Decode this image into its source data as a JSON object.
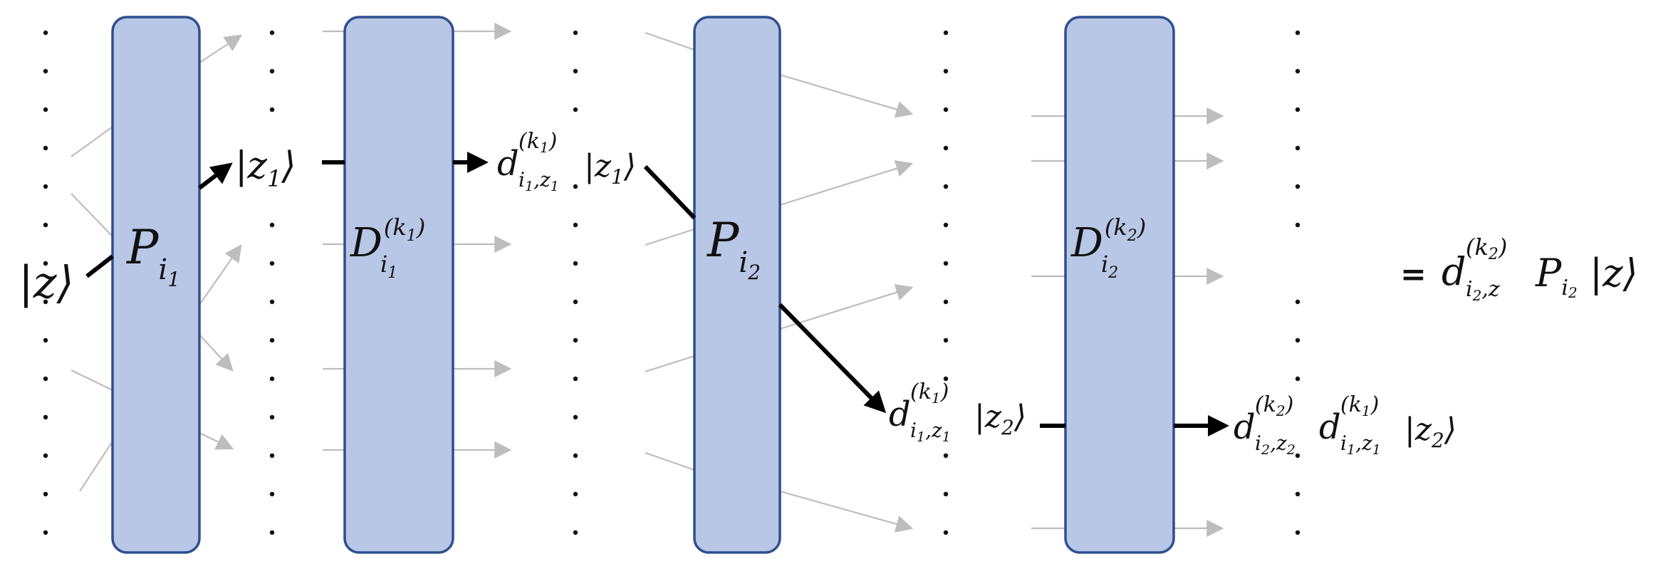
{
  "colors": {
    "block_fill": "#b7c7e5",
    "block_stroke": "#2f4f8f",
    "faint_arrow": "#bdbdbd",
    "bold_arrow": "#000000",
    "dots": "#111111"
  },
  "blocks": [
    {
      "id": "P1",
      "base": "P",
      "sub": "i",
      "subsub": "1",
      "sup": ""
    },
    {
      "id": "D1",
      "base": "D",
      "sub": "i",
      "subsub": "1",
      "sup": "(k",
      "supsub": "1",
      "supclose": ")"
    },
    {
      "id": "P2",
      "base": "P",
      "sub": "i",
      "subsub": "2",
      "sup": ""
    },
    {
      "id": "D2",
      "base": "D",
      "sub": "i",
      "subsub": "2",
      "sup": "(k",
      "supsub": "2",
      "supclose": ")"
    }
  ],
  "labels": {
    "ket_z": {
      "open": "|",
      "var": "z",
      "close": "⟩"
    },
    "ket_z1": {
      "open": "|",
      "var": "z",
      "sub": "1",
      "close": "⟩"
    },
    "d1_z1": {
      "d": "d",
      "sup": "(k",
      "supsub": "1",
      "supclose": ")",
      "sub": "i",
      "subsub": "1",
      "subrest": ",z",
      "subrest2": "1",
      "ket_open": "|z",
      "ket_sub": "1",
      "ket_close": "⟩"
    },
    "d1_z2": {
      "d": "d",
      "sup": "(k",
      "supsub": "1",
      "supclose": ")",
      "sub": "i",
      "subsub": "1",
      "subrest": ",z",
      "subrest2": "1",
      "ket_open": "|z",
      "ket_sub": "2",
      "ket_close": "⟩"
    },
    "d2d1_z2": {
      "d": "d",
      "supA": "(k",
      "supAsub": "2",
      "supAclose": ")",
      "subA": "i",
      "subAsub": "2",
      "subArest": ",z",
      "subArest2": "2",
      "supB": "(k",
      "supBsub": "1",
      "supBclose": ")",
      "subB": "i",
      "subBsub": "1",
      "subBrest": ",z",
      "subBrest2": "1",
      "ket_open": "|z",
      "ket_sub": "2",
      "ket_close": "⟩"
    },
    "result": {
      "eq": "=",
      "d": "d",
      "sup": "(k",
      "supsub": "2",
      "supclose": ")",
      "sub": "i",
      "subsub": "2",
      "subrest": ",z",
      "P": "P",
      "Psub": "i",
      "Psubsub": "2",
      "ket_open": "|z",
      "ket_close": "⟩"
    }
  },
  "dot_columns": [
    {
      "count": 14
    },
    {
      "count": 14
    },
    {
      "count": 14
    },
    {
      "count": 14
    },
    {
      "count": 14
    }
  ]
}
